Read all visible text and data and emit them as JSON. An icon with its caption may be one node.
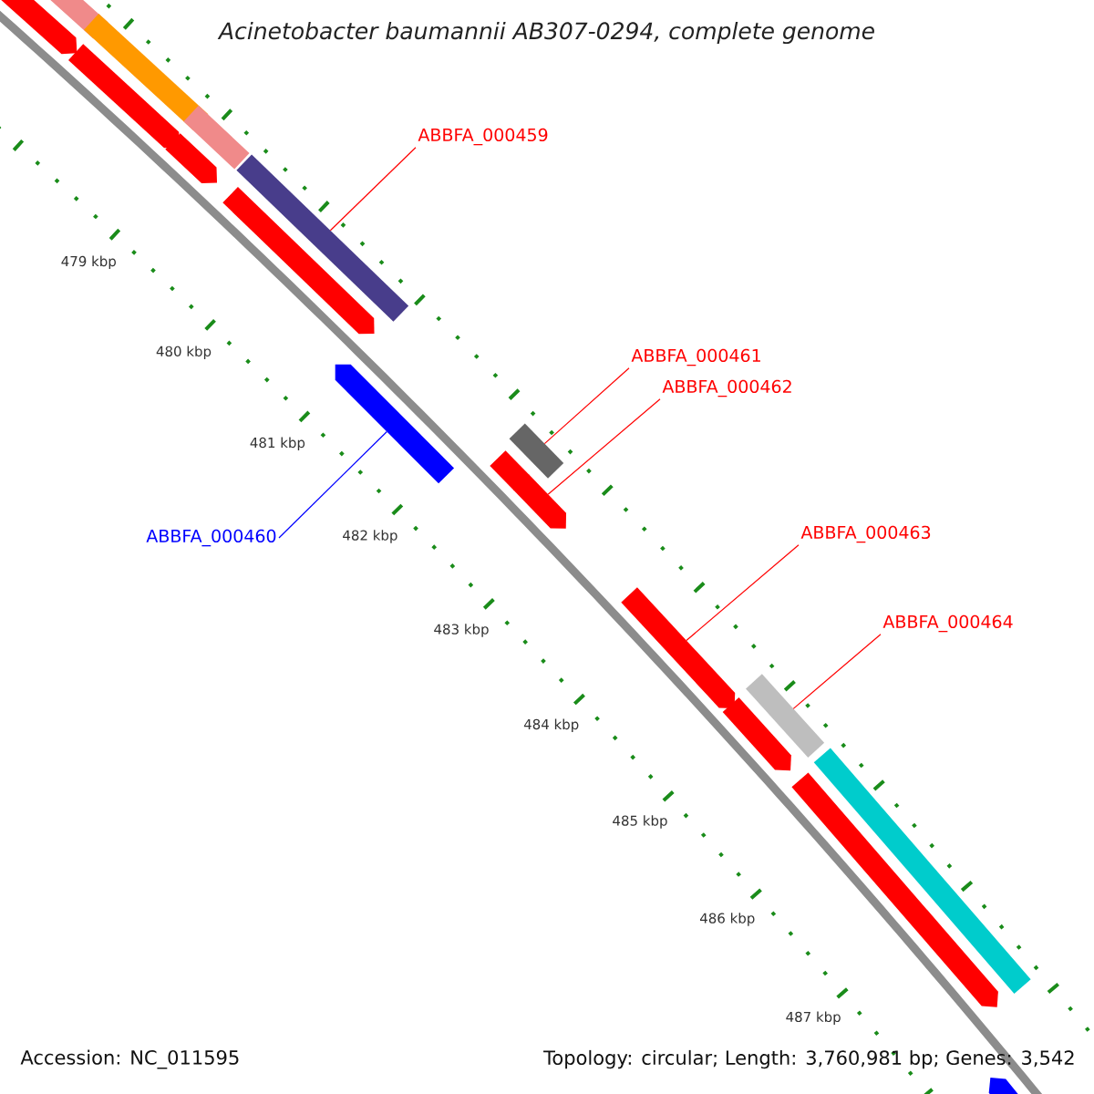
{
  "diagram": {
    "title": "Acinetobacter baumannii AB307-0294, complete genome",
    "nodes": [
      {
        "text": [
          "ABBFA_000459"
        ]
      },
      {
        "text": [
          "ABBFA_000460"
        ]
      },
      {
        "text": [
          "ABBFA_000461"
        ]
      },
      {
        "text": [
          "ABBFA_000462"
        ]
      },
      {
        "text": [
          "ABBFA_000463"
        ]
      },
      {
        "text": [
          "ABBFA_000464"
        ]
      },
      {
        "text": [],
        "shape": "arrow"
      },
      {
        "text": [],
        "shape": "bar"
      },
      {
        "text": [],
        "shape": "bar"
      },
      {
        "text": [],
        "shape": "arrow"
      },
      {
        "text": [],
        "shape": "bar"
      },
      {
        "text": [],
        "shape": "arrow"
      },
      {
        "text": [],
        "shape": "bar"
      },
      {
        "text": [],
        "shape": "arrow"
      },
      {
        "text": [],
        "shape": "arrow"
      },
      {
        "text": [],
        "shape": "bar"
      },
      {
        "text": [],
        "shape": "arrow"
      },
      {
        "text": [],
        "shape": "arrow"
      },
      {
        "text": [],
        "shape": "arrow"
      },
      {
        "text": [],
        "shape": "bar"
      },
      {
        "text": [],
        "shape": "arrow"
      },
      {
        "text": [],
        "shape": "bar"
      },
      {
        "text": [],
        "shape": "arrow"
      },
      {
        "text": [],
        "shape": "arrow"
      }
    ],
    "edges": [
      {
        "from": 0,
        "to": 12,
        "arrow": "none"
      },
      {
        "from": 1,
        "to": 14,
        "arrow": "none",
        "color": "#0000ff"
      },
      {
        "from": 2,
        "to": 15,
        "arrow": "none"
      },
      {
        "from": 3,
        "to": 17,
        "arrow": "none"
      },
      {
        "from": 4,
        "to": 18,
        "arrow": "none"
      },
      {
        "from": 5,
        "to": 19,
        "arrow": "none"
      }
    ],
    "labels": [
      "479 kbp",
      "480 kbp",
      "481 kbp",
      "482 kbp",
      "483 kbp",
      "484 kbp",
      "485 kbp",
      "486 kbp",
      "487 kbp",
      "Accession: NC_011595",
      "Topology: circular; Length: 3,760,981 bp; Genes: 3,542"
    ]
  }
}
